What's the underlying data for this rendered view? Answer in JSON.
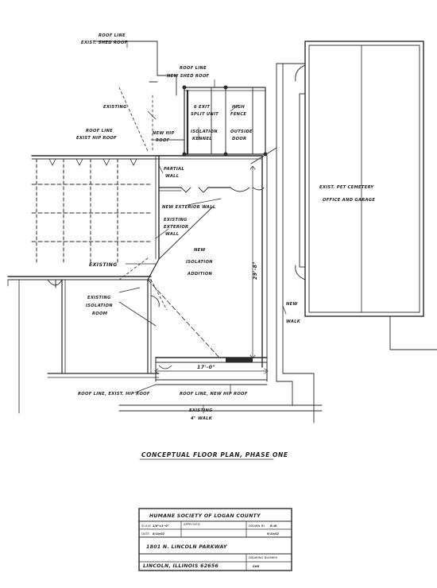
{
  "labels": {
    "roof_line_exist_shed": [
      "ROOF LINE",
      "EXIST. SHED ROOF"
    ],
    "roof_line_new_shed": [
      "ROOF LINE",
      "NEW SHED ROOF"
    ],
    "existing_top": "EXISTING",
    "roof_line_exist_hip": [
      "ROOF LINE",
      "EXIST HIP ROOF"
    ],
    "new_hip_roof": [
      "NEW HIP",
      "ROOF"
    ],
    "exit_split_unit": [
      "6 EXIT",
      "SPLIT UNIT"
    ],
    "high_fence": [
      "HIGH",
      "FENCE"
    ],
    "isolation_kennel": [
      "ISOLATION",
      "KENNEL"
    ],
    "outside_door": [
      "OUTSIDE",
      "DOOR"
    ],
    "partial_wall": [
      "PARTIAL",
      "WALL"
    ],
    "new_exterior_wall": "NEW EXTERIOR WALL",
    "existing_exterior_wall": [
      "EXISTING",
      "EXTERIOR",
      "WALL"
    ],
    "existing_mid": "EXISTING",
    "new_isolation_addition": [
      "NEW",
      "ISOLATION",
      "ADDITION"
    ],
    "dim_vertical": "29'-8\"",
    "existing_isolation_room": [
      "EXISTING",
      "ISOLATION",
      "ROOM"
    ],
    "new_walk": [
      "NEW",
      "WALK"
    ],
    "dim_horizontal": "17'-0\"",
    "roof_line_exist_hip_bottom": "ROOF LINE, EXIST. HIP ROOF",
    "roof_line_new_hip_bottom": "ROOF LINE, NEW HIP ROOF",
    "existing_walk": [
      "EXISTING",
      "4\" WALK"
    ],
    "pet_cemetery": [
      "EXIST. PET CEMETERY",
      "OFFICE AND GARAGE"
    ]
  },
  "drawing_title": "CONCEPTUAL FLOOR PLAN, PHASE ONE",
  "title_block": {
    "org": "HUMANE SOCIETY OF LOGAN COUNTY",
    "scale_label": "SCALE",
    "scale_value": "1/8\"=1'-0\"",
    "date_label": "DATE",
    "date_value": "8/10/02",
    "approved_label": "APPROVED",
    "drawn_label": "DRAWN BY",
    "drawn_value": "R.W.",
    "checked_value": "9/10/02",
    "address": "1801 N. LINCOLN PARKWAY",
    "city": "LINCOLN, ILLINOIS 62656",
    "drawing_number_label": "DRAWING NUMBER",
    "drawing_number": "SHR"
  }
}
